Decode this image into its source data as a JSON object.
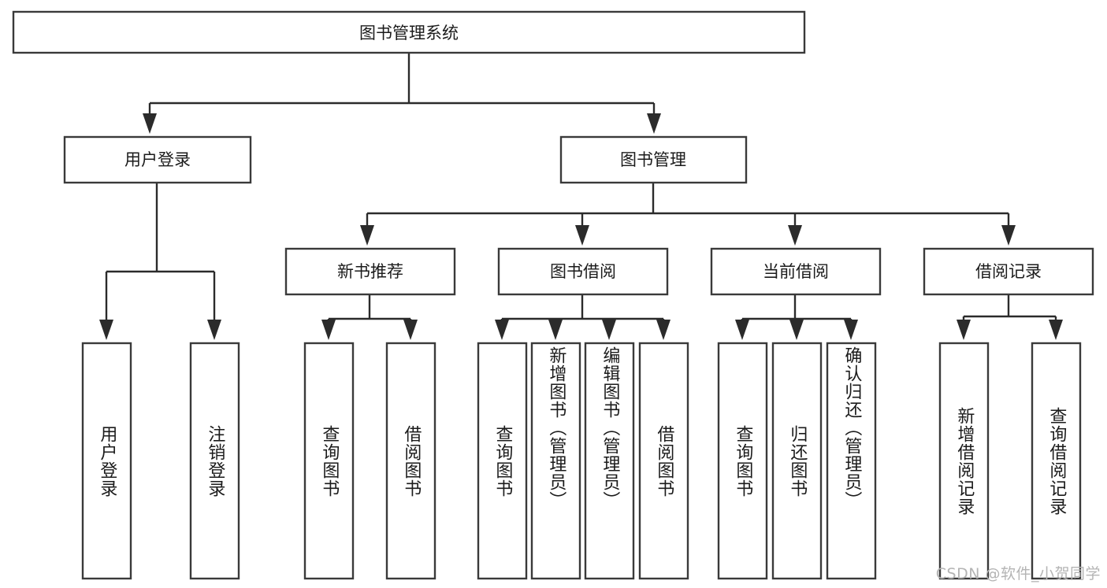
{
  "diagram": {
    "title": "图书管理系统",
    "type": "tree-hierarchy",
    "watermark": "CSDN @软件_小贺同学",
    "colors": {
      "background": "#ffffff",
      "box_fill": "#ffffff",
      "box_stroke": "#3a3a3a",
      "connector": "#2b2b2b",
      "text": "#1b1b1b",
      "watermark": "#b4b4b4"
    },
    "root": {
      "label": "图书管理系统"
    },
    "level2": [
      {
        "label": "用户登录"
      },
      {
        "label": "图书管理"
      }
    ],
    "level3": [
      {
        "label": "新书推荐"
      },
      {
        "label": "图书借阅"
      },
      {
        "label": "当前借阅"
      },
      {
        "label": "借阅记录"
      }
    ],
    "leaves": {
      "user_login": [
        {
          "label": "用户登录"
        },
        {
          "label": "注销登录"
        }
      ],
      "new_book_recommend": [
        {
          "label": "查询图书"
        },
        {
          "label": "借阅图书"
        }
      ],
      "book_borrow": [
        {
          "label": "查询图书"
        },
        {
          "label": "新增图书（管理员）"
        },
        {
          "label": "编辑图书（管理员）"
        },
        {
          "label": "借阅图书"
        }
      ],
      "current_borrow": [
        {
          "label": "查询图书"
        },
        {
          "label": "归还图书"
        },
        {
          "label": "确认归还（管理员）"
        }
      ],
      "borrow_record": [
        {
          "label": "新增借阅记录"
        },
        {
          "label": "查询借阅记录"
        }
      ]
    }
  }
}
